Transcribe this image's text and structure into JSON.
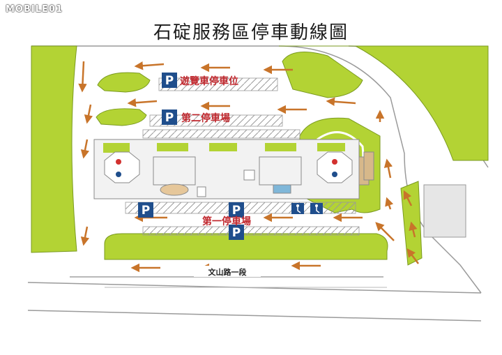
{
  "watermark": "MOBILE01",
  "title": "石碇服務區停車動線圖",
  "labels": {
    "tour_bus": "遊覽車停車位",
    "second_lot": "第二停車場",
    "first_lot": "第一停車場",
    "road": "文山路一段"
  },
  "parking_symbol": "P",
  "colors": {
    "grass": "#b3d334",
    "arrow": "#c8742a",
    "label_red": "#c0272d",
    "parking_blue": "#1f4e8c",
    "road_line": "#b8b8b8",
    "building": "#f2f2f2"
  }
}
